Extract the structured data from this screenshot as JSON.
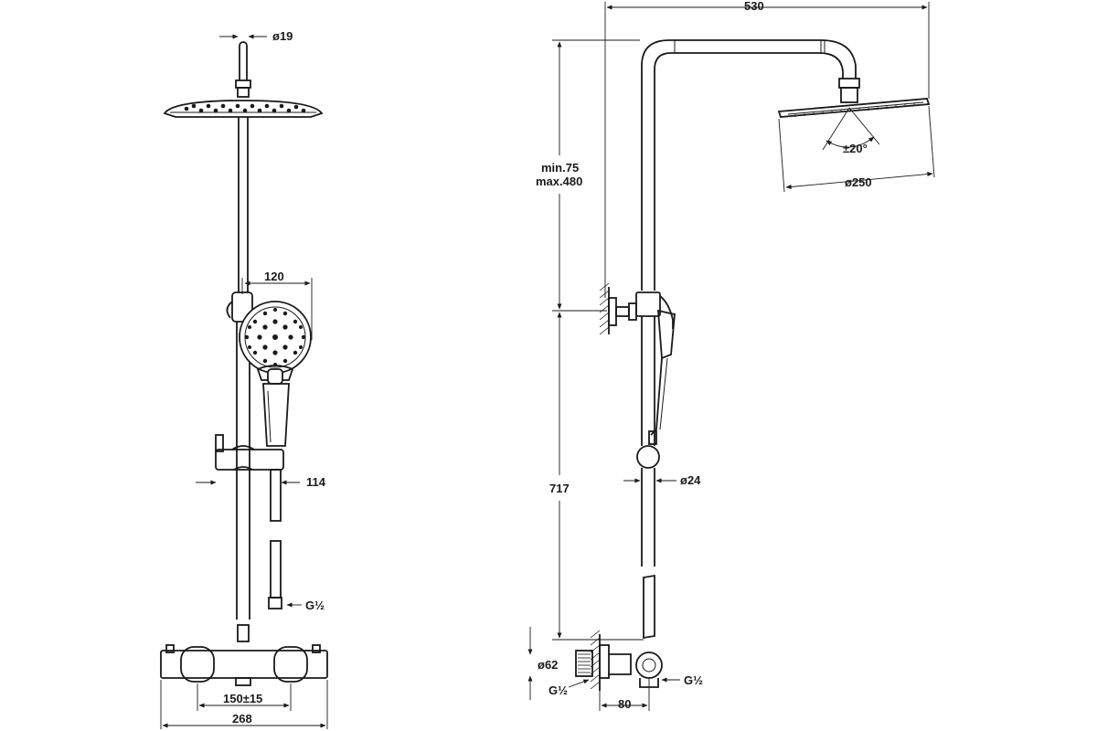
{
  "front_view": {
    "dims": {
      "pipe_diameter": "ø19",
      "handshower_width": "120",
      "slider_offset": "114",
      "hose_thread": "G½",
      "inlet_spacing": "150±15",
      "overall_width": "268"
    }
  },
  "side_view": {
    "dims": {
      "arm_reach": "530",
      "height_adjust_min": "min.75",
      "height_adjust_max": "max.480",
      "tilt_angle": "±20°",
      "head_diameter": "ø250",
      "rail_length": "717",
      "rail_diameter": "ø24",
      "escutcheon_diameter": "ø62",
      "inlet_thread": "G½",
      "wall_offset": "80",
      "outlet_thread": "G½"
    }
  }
}
